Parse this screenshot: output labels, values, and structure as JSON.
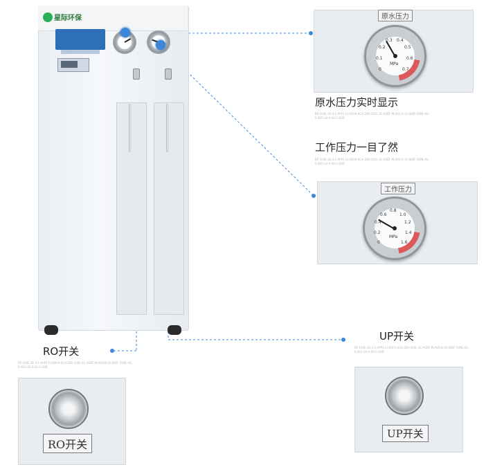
{
  "product": {
    "brand_name": "星际环保",
    "panel_text": "",
    "controller_text": ""
  },
  "callouts": {
    "raw_water_pressure": "原水压力实时显示",
    "working_pressure": "工作压力一目了然",
    "ro_switch": "RO开关",
    "up_switch": "UP开关"
  },
  "photo_labels": {
    "raw_water_gauge_stamp": "原水压力",
    "working_gauge_stamp": "工作压力",
    "ro_switch_stamp": "RO开关",
    "up_switch_stamp": "UP开关"
  },
  "gauge_raw": {
    "unit": "MPa",
    "ticks": [
      "0",
      "0.1",
      "0.2",
      "0.3",
      "0.4",
      "0.5",
      "0.6",
      "0.7"
    ]
  },
  "gauge_work": {
    "unit": "MPa",
    "ticks": [
      "0",
      "0.2",
      "0.4",
      "0.6",
      "0.8",
      "1.0",
      "1.2",
      "1.4",
      "1.6"
    ]
  },
  "fine_print": {
    "text1": "BP-100E 2E-3-1-AVP1-CI-0GFH-SCA-2DV-100L-3C-ASDF-PLAVG-K-1A-SK6F-SVNL-AG0 AS5-SA-X-SA-5-SVD",
    "text2": "BP-100E 2E-3-1-AVP1-CI-0GFH-SCA-2DV-100L-3C-ASDF-PLAVG-K-1A-SK6F-SVNL-AG0 AS5-SA-X-SA-5-SVD",
    "text3": "BP-100E 2E-3-1-AVP1-CI-0GFH-SCA-2DV-100L-3C-ASDF-PLAVG-K-1A-SK6F-SVNL-AG0 AS5-SA-X-SA-5-SVD",
    "text4": "BP-100E 2E-3-1-AVP1-CI-0GFH-SCA-2DV-100L-3C-ASDF-PLAVG-K-1A-SK6F-SVNL-AG0 AS5-SA-X-SA-5-SVD"
  },
  "colors": {
    "accent_blue": "#3d86d8",
    "logo_green": "#2bb05a",
    "panel_blue": "#2d6fb8"
  }
}
